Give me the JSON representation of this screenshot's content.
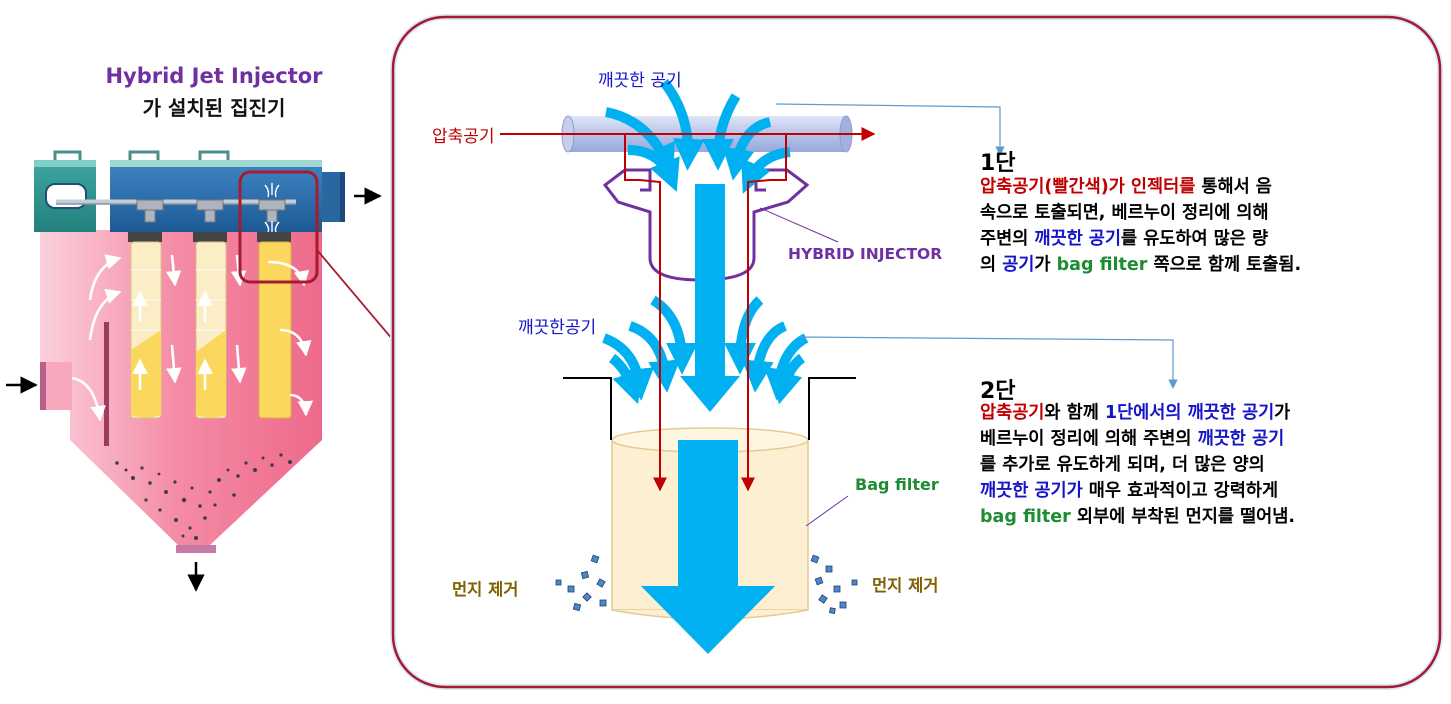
{
  "colors": {
    "red": "#c00000",
    "blue": "#1414c8",
    "green": "#1e8c32",
    "purple": "#7030a0",
    "brown": "#7f5f00",
    "arrow": "#00b0f0",
    "frame": "#a51c30",
    "housing": "#f27a98"
  },
  "left": {
    "title_line1": "Hybrid Jet Injector",
    "title_line2": "가 설치된 집진기"
  },
  "diagram": {
    "clean_air_top": "깨끗한 공기",
    "compressed_air": "압축공기",
    "hybrid_injector": "HYBRID INJECTOR",
    "clean_air_mid": "깨끗한공기",
    "bag_filter": "Bag filter",
    "dust_left": "먼지 제거",
    "dust_right": "먼지 제거"
  },
  "stage1": {
    "title": "1단",
    "lines": [
      [
        {
          "t": "압축공기(빨간색)가 인젝터를",
          "c": "red"
        },
        {
          "t": " 통해서 음",
          "c": "black"
        }
      ],
      [
        {
          "t": "속으로 토출되면, 베르누이 정리에 의해",
          "c": "black"
        }
      ],
      [
        {
          "t": "주변의 ",
          "c": "black"
        },
        {
          "t": "깨끗한 공기",
          "c": "blue"
        },
        {
          "t": "를 유도하여 많은 량",
          "c": "black"
        }
      ],
      [
        {
          "t": "의 ",
          "c": "black"
        },
        {
          "t": "공기",
          "c": "blue"
        },
        {
          "t": "가 ",
          "c": "black"
        },
        {
          "t": "bag filter",
          "c": "green"
        },
        {
          "t": " 쪽으로 함께 토출됨.",
          "c": "black"
        }
      ]
    ]
  },
  "stage2": {
    "title": "2단",
    "lines": [
      [
        {
          "t": "압축공기",
          "c": "red"
        },
        {
          "t": "와 함께 ",
          "c": "black"
        },
        {
          "t": "1단에서의 깨끗한 공기",
          "c": "blue"
        },
        {
          "t": "가",
          "c": "black"
        }
      ],
      [
        {
          "t": "베르누이 정리에 의해 주변의 ",
          "c": "black"
        },
        {
          "t": "깨끗한 공기",
          "c": "blue"
        }
      ],
      [
        {
          "t": "를 추가로 유도하게 되며, 더 많은 양의",
          "c": "black"
        }
      ],
      [
        {
          "t": "깨끗한 공기가",
          "c": "blue"
        },
        {
          "t": " 매우 효과적이고 강력하게",
          "c": "black"
        }
      ],
      [
        {
          "t": "bag filter",
          "c": "green"
        },
        {
          "t": " 외부에 부착된 먼지를 떨어냄.",
          "c": "black"
        }
      ]
    ]
  }
}
